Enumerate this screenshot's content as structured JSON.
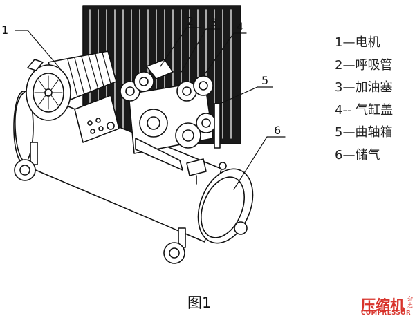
{
  "figure": {
    "caption": "图1",
    "callouts": [
      "1",
      "2",
      "3",
      "4",
      "5",
      "6"
    ],
    "legend": [
      {
        "num": "1",
        "dash": "—",
        "label": "电机"
      },
      {
        "num": "2",
        "dash": "—",
        "label": "呼吸管"
      },
      {
        "num": "3",
        "dash": "—",
        "label": "加油塞"
      },
      {
        "num": "4",
        "dash": "-- ",
        "label": "气缸盖"
      },
      {
        "num": "5",
        "dash": "—",
        "label": "曲轴箱"
      },
      {
        "num": "6",
        "dash": "—",
        "label": "储气"
      }
    ]
  },
  "brand": {
    "name": "压缩机",
    "side": "杂志",
    "sub": "COMPRESSOR",
    "color": "#d8332b"
  }
}
